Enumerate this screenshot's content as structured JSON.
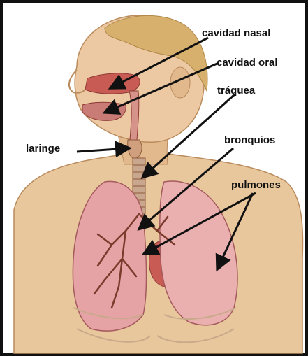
{
  "diagram": {
    "labels": {
      "nasal": "cavidad nasal",
      "oral": "cavidad oral",
      "trachea": "tráquea",
      "larynx": "laringe",
      "bronchi": "bronquios",
      "lungs": "pulmones"
    },
    "colors": {
      "border": "#111111",
      "skin": "#e9c79d",
      "skin_shadow": "#cf9f72",
      "hair": "#d7b06e",
      "lung": "#e6a3a5",
      "lung_dark": "#c96d72",
      "cavity": "#c95b55",
      "airway": "#b06b55",
      "arrow": "#111111"
    }
  }
}
